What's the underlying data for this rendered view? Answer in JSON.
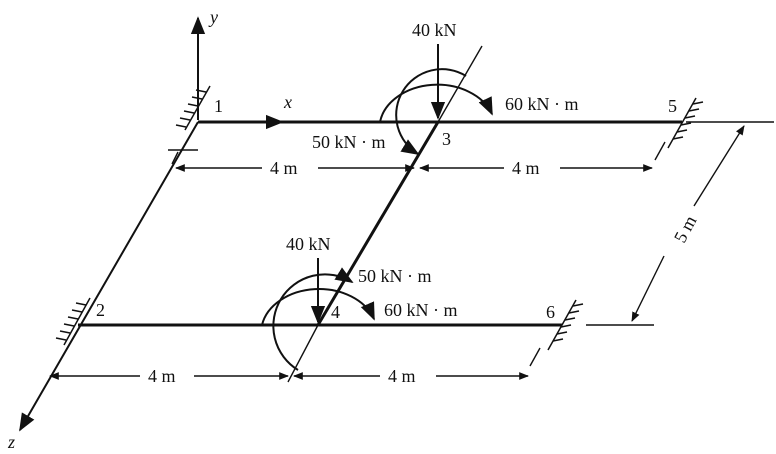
{
  "axes": {
    "x": "x",
    "y": "y",
    "z": "z"
  },
  "nodes": {
    "n1": "1",
    "n2": "2",
    "n3": "3",
    "n4": "4",
    "n5": "5",
    "n6": "6"
  },
  "loads": {
    "force_node3": "40 kN",
    "moment_x_node3": "50 kN · m",
    "moment_z_node3": "60 kN · m",
    "force_node4": "40 kN",
    "moment_x_node4": "50 kN · m",
    "moment_z_node4": "60 kN · m"
  },
  "dimensions": {
    "top_left": "4 m",
    "top_right": "4 m",
    "bottom_left": "4 m",
    "bottom_right": "4 m",
    "depth": "5 m"
  }
}
